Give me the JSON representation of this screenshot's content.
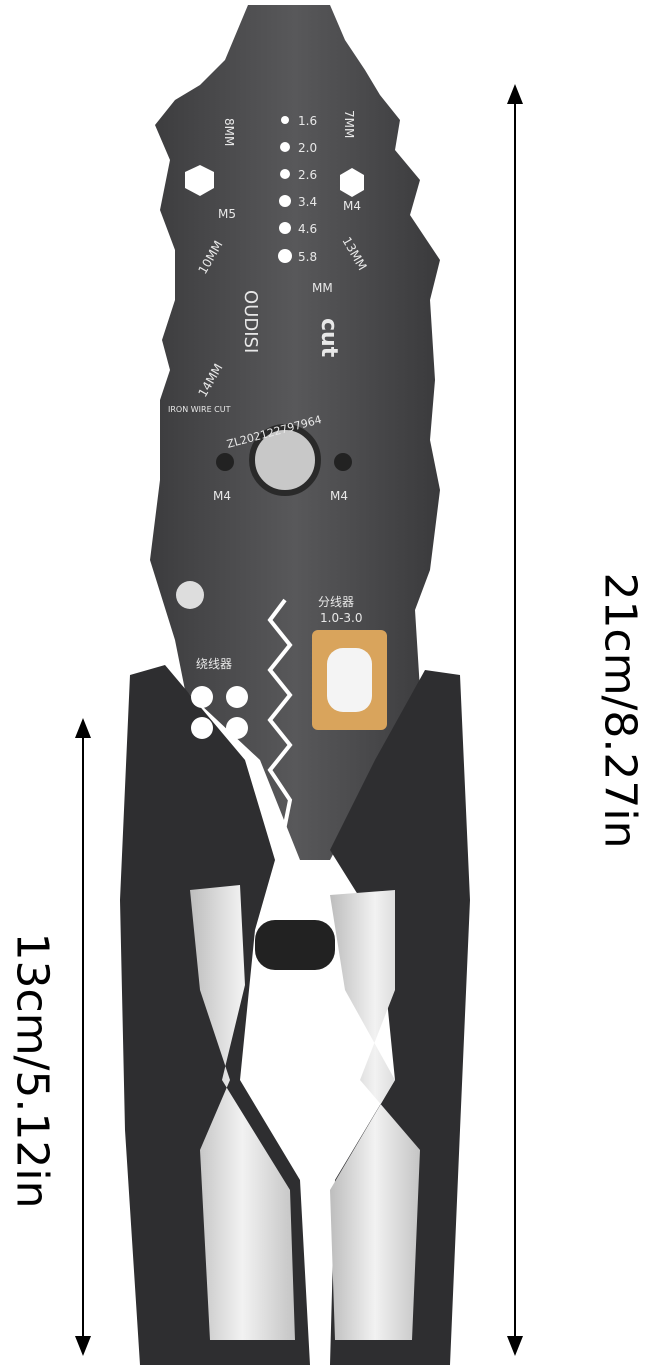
{
  "dimensions": {
    "total_length": "21cm/8.27in",
    "handle_length": "13cm/5.12in"
  },
  "tool_markings": {
    "wire_gauges": [
      "1.6",
      "2.0",
      "2.6",
      "3.4",
      "4.6",
      "5.8"
    ],
    "gauge_unit": "MM",
    "wrench_left": [
      "8MM",
      "M5",
      "10MM",
      "14MM"
    ],
    "wrench_right": [
      "7MM",
      "M4",
      "13MM"
    ],
    "brand": "OUDISI",
    "cut_label": "cut",
    "iron_wire": "IRON WIRE CUT",
    "serial": "ZL202122797964",
    "screw_left": "M4",
    "screw_right": "M4",
    "splitter_label": "分线器",
    "splitter_range": "1.0-3.0",
    "winder_label": "绕线器"
  },
  "colors": {
    "body": "#4a4a4c",
    "grip": "#e6e6e6",
    "handle": "#2e2e30",
    "accent": "#d9a45c"
  }
}
